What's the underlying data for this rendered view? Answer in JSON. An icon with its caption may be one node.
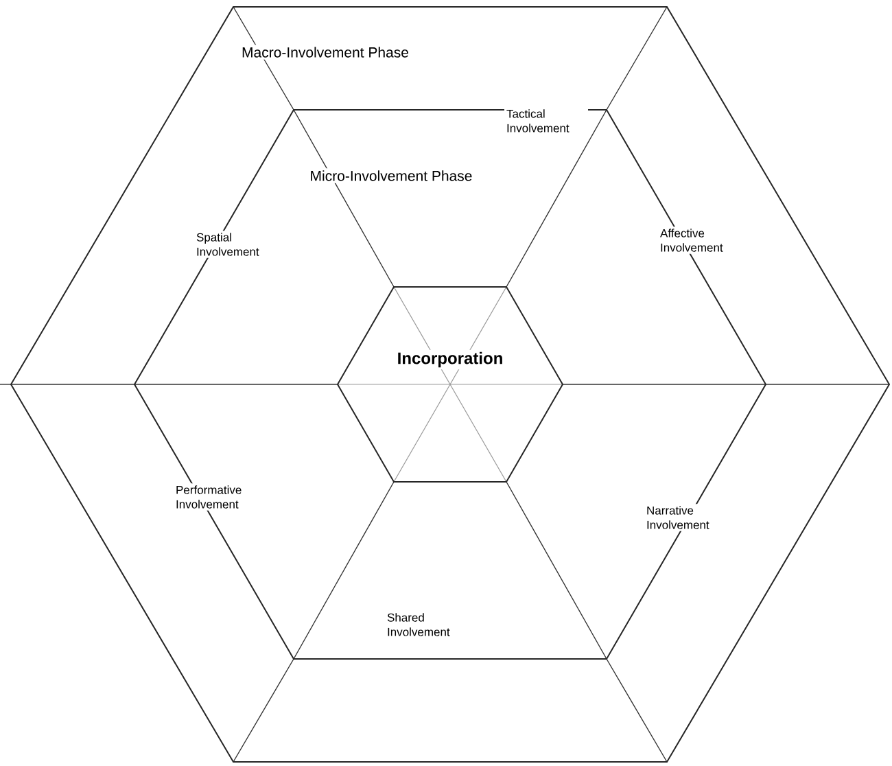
{
  "diagram": {
    "nodes": [
      {
        "text": [
          "Macro-Involvement Phase"
        ]
      },
      {
        "text": [
          "Micro-Involvement Phase"
        ],
        "in": 0
      },
      {
        "text": [
          "Incorporation"
        ],
        "in": 1
      }
    ],
    "edges": [],
    "labels": [
      "Tactical Involvement",
      "Spatial Involvement",
      "Affective Involvement",
      "Performative Involvement",
      "Narrative Involvement",
      "Shared Involvement"
    ]
  }
}
